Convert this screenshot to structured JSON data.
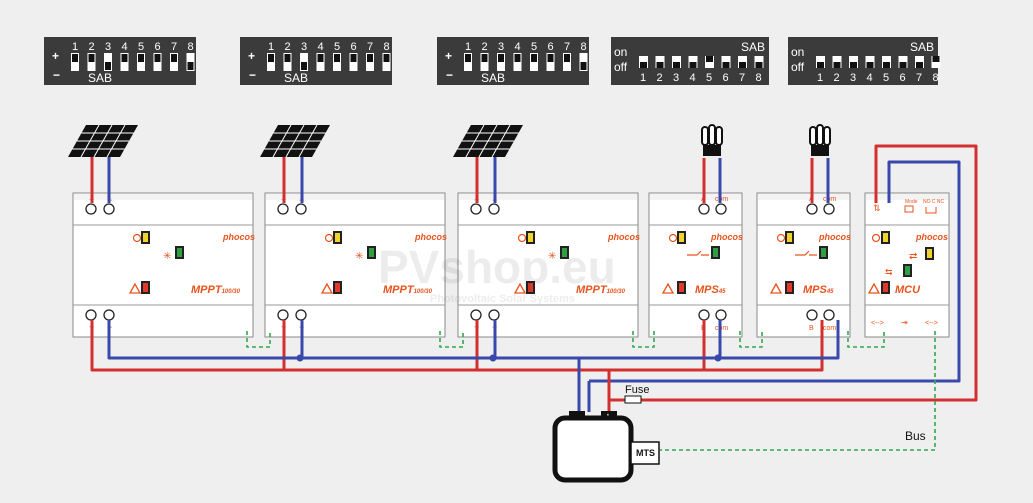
{
  "dip_switches": [
    {
      "type": "plusminus",
      "label": "SAB",
      "numbers": [
        "1",
        "2",
        "3",
        "4",
        "5",
        "6",
        "7",
        "8"
      ],
      "plus": "+",
      "minus": "−",
      "states": [
        1,
        1,
        0,
        1,
        1,
        1,
        1,
        0
      ]
    },
    {
      "type": "plusminus",
      "label": "SAB",
      "numbers": [
        "1",
        "2",
        "3",
        "4",
        "5",
        "6",
        "7",
        "8"
      ],
      "plus": "+",
      "minus": "−",
      "states": [
        1,
        1,
        0,
        1,
        1,
        1,
        1,
        1
      ]
    },
    {
      "type": "plusminus",
      "label": "SAB",
      "numbers": [
        "1",
        "2",
        "3",
        "4",
        "5",
        "6",
        "7",
        "8"
      ],
      "plus": "+",
      "minus": "−",
      "states": [
        1,
        1,
        1,
        1,
        1,
        1,
        1,
        0
      ]
    },
    {
      "type": "onoff",
      "label": "SAB",
      "numbers": [
        "1",
        "2",
        "3",
        "4",
        "5",
        "6",
        "7",
        "8"
      ],
      "on": "on",
      "off": "off",
      "states": [
        0,
        0,
        0,
        0,
        1,
        0,
        0,
        0
      ]
    },
    {
      "type": "onoff",
      "label": "SAB",
      "numbers": [
        "1",
        "2",
        "3",
        "4",
        "5",
        "6",
        "7",
        "8"
      ],
      "on": "on",
      "off": "off",
      "states": [
        0,
        0,
        0,
        0,
        0,
        0,
        0,
        1
      ]
    }
  ],
  "devices": [
    {
      "kind": "mppt",
      "brand": "phocos",
      "model": "MPPT",
      "model_suffix": "100/30",
      "top_terms": [
        "+",
        "−"
      ],
      "bottom_terms": [
        "+",
        "−"
      ]
    },
    {
      "kind": "mppt",
      "brand": "phocos",
      "model": "MPPT",
      "model_suffix": "100/30",
      "top_terms": [
        "+",
        "−"
      ],
      "bottom_terms": [
        "+",
        "−"
      ]
    },
    {
      "kind": "mppt",
      "brand": "phocos",
      "model": "MPPT",
      "model_suffix": "100/30",
      "top_terms": [
        "+",
        "−"
      ],
      "bottom_terms": [
        "+",
        "−"
      ]
    },
    {
      "kind": "mps",
      "brand": "phocos",
      "model": "MPS",
      "model_suffix": "45",
      "top_terms": [
        "A",
        "com"
      ],
      "bottom_terms": [
        "B",
        "com"
      ]
    },
    {
      "kind": "mps",
      "brand": "phocos",
      "model": "MPS",
      "model_suffix": "45",
      "top_terms": [
        "A",
        "com"
      ],
      "bottom_terms": [
        "B",
        "com"
      ]
    },
    {
      "kind": "mcu",
      "brand": "phocos",
      "model": "MCU",
      "model_suffix": "",
      "top_terms": [
        "Mode",
        "NO C NC"
      ],
      "bottom_terms": [
        "<-->",
        "<-->"
      ]
    }
  ],
  "watermark": {
    "text": "PVshop.eu",
    "subtitle": "Photovoltaic Solar Systems"
  },
  "labels": {
    "fuse": "Fuse",
    "mts": "MTS",
    "bus": "Bus"
  },
  "colors": {
    "positive": "#d32f2f",
    "negative": "#3949ab",
    "bus": "#2fa84f",
    "accent": "#e8531d",
    "switch_bg": "#3b3b3b"
  }
}
